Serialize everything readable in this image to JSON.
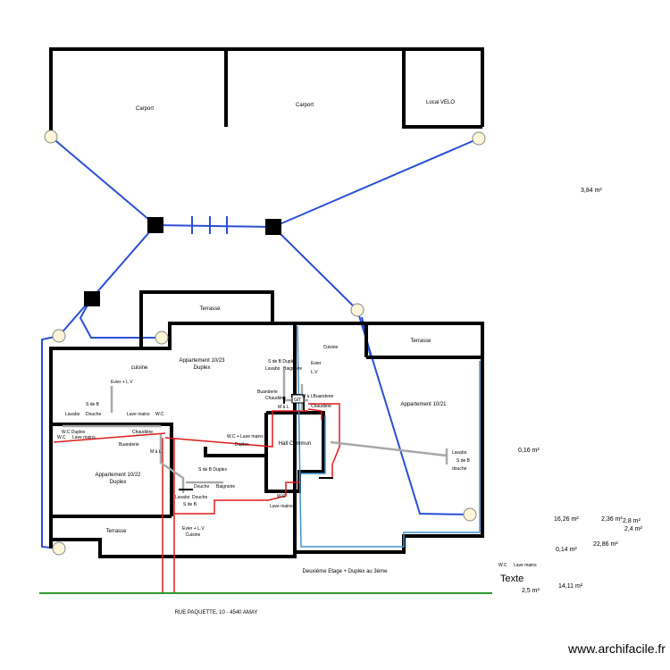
{
  "rooms": {
    "carport_1": "Carport",
    "carport_2": "Carport",
    "local_velo": "Local VELO",
    "terrasse_top_left": "Terrasse",
    "terrasse_top_right": "Terrasse",
    "terrasse_bottom_left": "Terrasse",
    "cuisine_left": "cuisine",
    "cuisine_right": "Cuisine",
    "cuisine_bottom": "Cuisine",
    "appartement_10_23": "Appartement 10/23",
    "appartement_10_23_sub": "Duplex",
    "appartement_10_21": "Appartement 10/21",
    "appartement_10_22": "Appartement 10/22",
    "appartement_10_22_sub": "Duplex",
    "hall_commun": "Hall Commun"
  },
  "labels": {
    "evier_lv_top": "Evier + L.V",
    "sdb_left": "S de B",
    "lavabo_left": "Lavabo",
    "douche_left": "Douche",
    "lave_mains_left": "Lave mains",
    "wc_left": "W.C",
    "wc_duplex": "W.C Duplex",
    "wc_small": "W.C",
    "lave_mains_small": "Lave mains",
    "chaudiere_mid": "Chaudière",
    "buanderie_mid": "Buanderie",
    "ml_mid": "M à L",
    "wc_lave_mains": "W.C + Lave mains",
    "duplex_small": "Duplex",
    "sdb_duplex_top": "S de B Duplex",
    "lavabo_top": "Lavabo",
    "baignoire_top": "Baignoire",
    "evier_top": "Evier",
    "lv_top": "L.V",
    "buanderie_top": "Buanderie",
    "chaudiere_top": "Chaudière",
    "ml_top": "M à L",
    "ml_buanderie": "M à LBuanderie",
    "chaudiere_right": "Chaudière",
    "git": "GIT",
    "sdb_duplex_bottom": "S de B Duplex",
    "douche_bottom": "Douche",
    "baignoire_bottom": "Baignoire",
    "lavabo_bottom": "Lavabo",
    "sdb_bottom": "S de B",
    "evier_lv_bottom": "Evier + L.V",
    "wc_hall": "W.C",
    "lave_mains_hall": "Lave mains",
    "lavabo_right": "Lavabo",
    "sdb_right": "S de B",
    "douche_right": "douche",
    "etage": "Deuxième Etage + Duplex au 3ème",
    "rue": "RUE PAQUETTE, 10 - 4540 AMAY",
    "wc_legend": "W.C",
    "lave_mains_legend": "Lave mains",
    "texte": "Texte",
    "watermark": "www.archifacile.fr"
  },
  "areas": {
    "a1": "3,84 m²",
    "a2": "0,16 m²",
    "a3": "16,26 m²",
    "a4": "2,36 m²",
    "a5": "2,8 m²",
    "a6": "2,4 m²",
    "a7": "22,86 m²",
    "a8": "0,14 m²",
    "a9": "14,11 m²",
    "a10": "2,5 m²"
  },
  "colors": {
    "wall": "#000000",
    "network_blue": "#2a4fd6",
    "pipe_red": "#e01b1b",
    "pipe_grey": "#a8a8a8",
    "street_green": "#2e9a2e",
    "node_fill": "#fdf6d8",
    "apt_outline_blue": "#3f8fd0"
  }
}
